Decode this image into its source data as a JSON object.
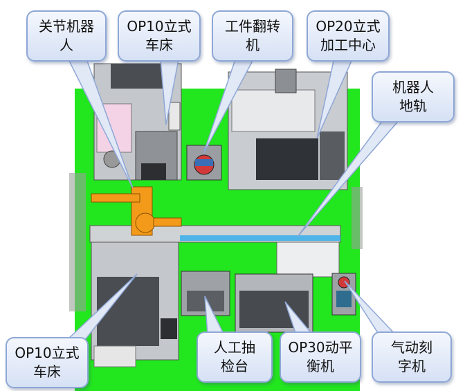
{
  "colors": {
    "floor": "#22e61e",
    "callout_border": "#8ea7d6",
    "callout_fill_top": "#f4f7fd",
    "callout_fill_bottom": "#d6e1f5",
    "machine_gray": "#b9bcc0",
    "machine_dark": "#4a4d52",
    "robot_orange": "#f39a1a",
    "rail_blue": "#4fb4e8"
  },
  "callouts": [
    {
      "id": "joint-robot",
      "lines": [
        "关节机器",
        "人"
      ]
    },
    {
      "id": "op10-lathe-top",
      "lines": [
        "OP10立式",
        "车床"
      ]
    },
    {
      "id": "workpiece-flipper",
      "lines": [
        "工件翻转",
        "机"
      ]
    },
    {
      "id": "op20-machining-center",
      "lines": [
        "OP20立式",
        "加工中心"
      ]
    },
    {
      "id": "robot-ground-rail",
      "lines": [
        "机器人",
        "地轨"
      ]
    },
    {
      "id": "op10-lathe-bottom",
      "lines": [
        "OP10立式",
        "车床"
      ]
    },
    {
      "id": "manual-inspection-table",
      "lines": [
        "人工抽",
        "检台"
      ]
    },
    {
      "id": "op30-balancing-machine",
      "lines": [
        "OP30动平",
        "衡机"
      ]
    },
    {
      "id": "pneumatic-marking-machine",
      "lines": [
        "气动刻",
        "字机"
      ]
    }
  ]
}
